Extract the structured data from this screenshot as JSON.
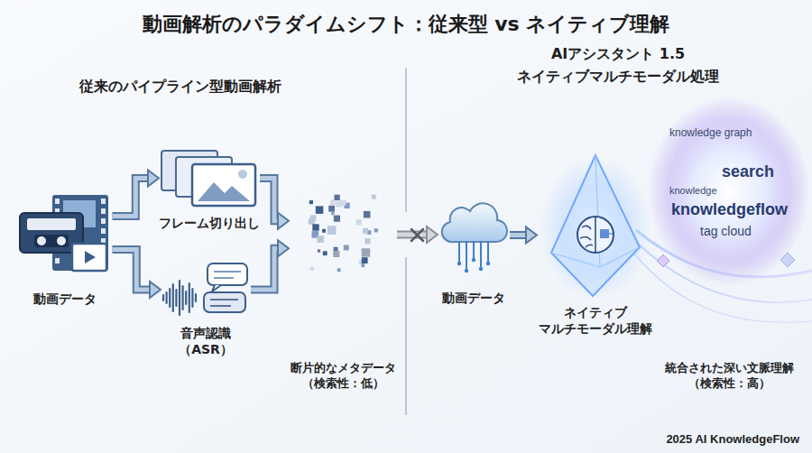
{
  "diagram": {
    "title": "動画解析のパラダイムシフト：従来型 vs ネイティブ理解",
    "nodes": [
      {
        "text": [
          "動画データ"
        ]
      },
      {
        "text": [
          "フレーム切り出し"
        ]
      },
      {
        "text": [
          "音声認識 （ASR）"
        ]
      },
      {
        "text": [
          "断片的なメタデータ （検索性：低）"
        ]
      },
      {
        "text": [
          "動画データ"
        ]
      },
      {
        "text": [
          "ネイティブ マルチモーダル理解"
        ]
      },
      {
        "text": [
          "統合された深い文脈理解 （検索性：高）"
        ]
      }
    ],
    "edges": [
      {
        "from": 0,
        "to": 1,
        "arrow": "to"
      },
      {
        "from": 0,
        "to": 2,
        "arrow": "to"
      },
      {
        "from": 1,
        "to": 3,
        "arrow": "to"
      },
      {
        "from": 2,
        "to": 3,
        "arrow": "to"
      },
      {
        "from": 3,
        "to": 4,
        "arrow": "to"
      },
      {
        "from": 4,
        "to": 5,
        "arrow": "to"
      }
    ],
    "labels": [
      "従来のパイプライン型動画解析",
      "AIアシスタント 1.5 ネイティブマルチモーダル処理",
      "knowledge graph",
      "search",
      "knowledgeflow",
      "knowledge",
      "tag cloud",
      "2025 AI KnowledgeFlow"
    ]
  }
}
